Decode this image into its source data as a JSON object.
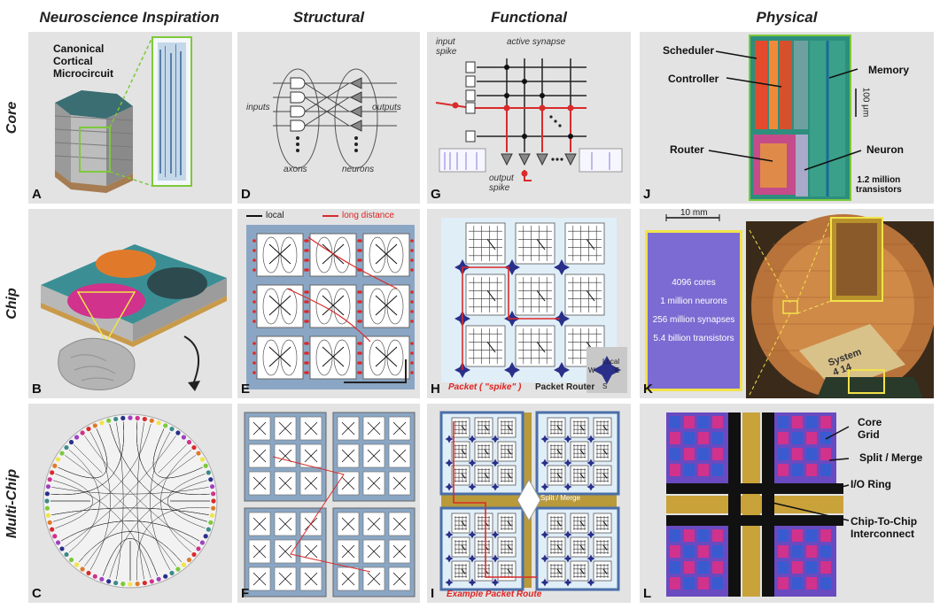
{
  "columns": [
    "Neuroscience Inspiration",
    "Structural",
    "Functional",
    "Physical"
  ],
  "rows": [
    "Core",
    "Chip",
    "Multi-Chip"
  ],
  "panels": {
    "A": {
      "letter": "A",
      "title": "Canonical\nCortical\nMicrocircuit"
    },
    "B": {
      "letter": "B"
    },
    "C": {
      "letter": "C"
    },
    "D": {
      "letter": "D",
      "inputs": "inputs",
      "outputs": "outputs",
      "axons": "axons",
      "neurons": "neurons"
    },
    "E": {
      "letter": "E",
      "local": "local",
      "long_distance": "long distance"
    },
    "F": {
      "letter": "F"
    },
    "G": {
      "letter": "G",
      "input_spike": "input\nspike",
      "active_synapse": "active synapse",
      "output_spike": "output\nspike"
    },
    "H": {
      "letter": "H",
      "packet": "Packet ( \"spike\" )",
      "router": "Packet Router",
      "local": "Local",
      "w": "W",
      "e": "E",
      "s": "S"
    },
    "I": {
      "letter": "I",
      "split_merge": "Split / Merge",
      "route": "Example Packet Route"
    },
    "J": {
      "letter": "J",
      "scheduler": "Scheduler",
      "controller": "Controller",
      "memory": "Memory",
      "router": "Router",
      "neuron": "Neuron",
      "scale": "100 μm",
      "transistors": "1.2 million\ntransistors"
    },
    "K": {
      "letter": "K",
      "scale": "10 mm",
      "stats": [
        "4096 cores",
        "1 million neurons",
        "256 million synapses",
        "5.4 billion transistors"
      ],
      "chip_text": "System",
      "chip_num": "4 14"
    },
    "L": {
      "letter": "L",
      "core_grid": "Core\nGrid",
      "split_merge": "Split / Merge",
      "io_ring": "I/O Ring",
      "c2c": "Chip-To-Chip\nInterconnect"
    }
  },
  "colors": {
    "panel_bg": "#e3e3e3",
    "red": "#d92b2b",
    "green": "#7dc93a",
    "yellow": "#f1e34a",
    "router": "#2a2f8a",
    "teal": "#3d8a8a",
    "pink": "#d0328c",
    "orange": "#e07a2a"
  }
}
